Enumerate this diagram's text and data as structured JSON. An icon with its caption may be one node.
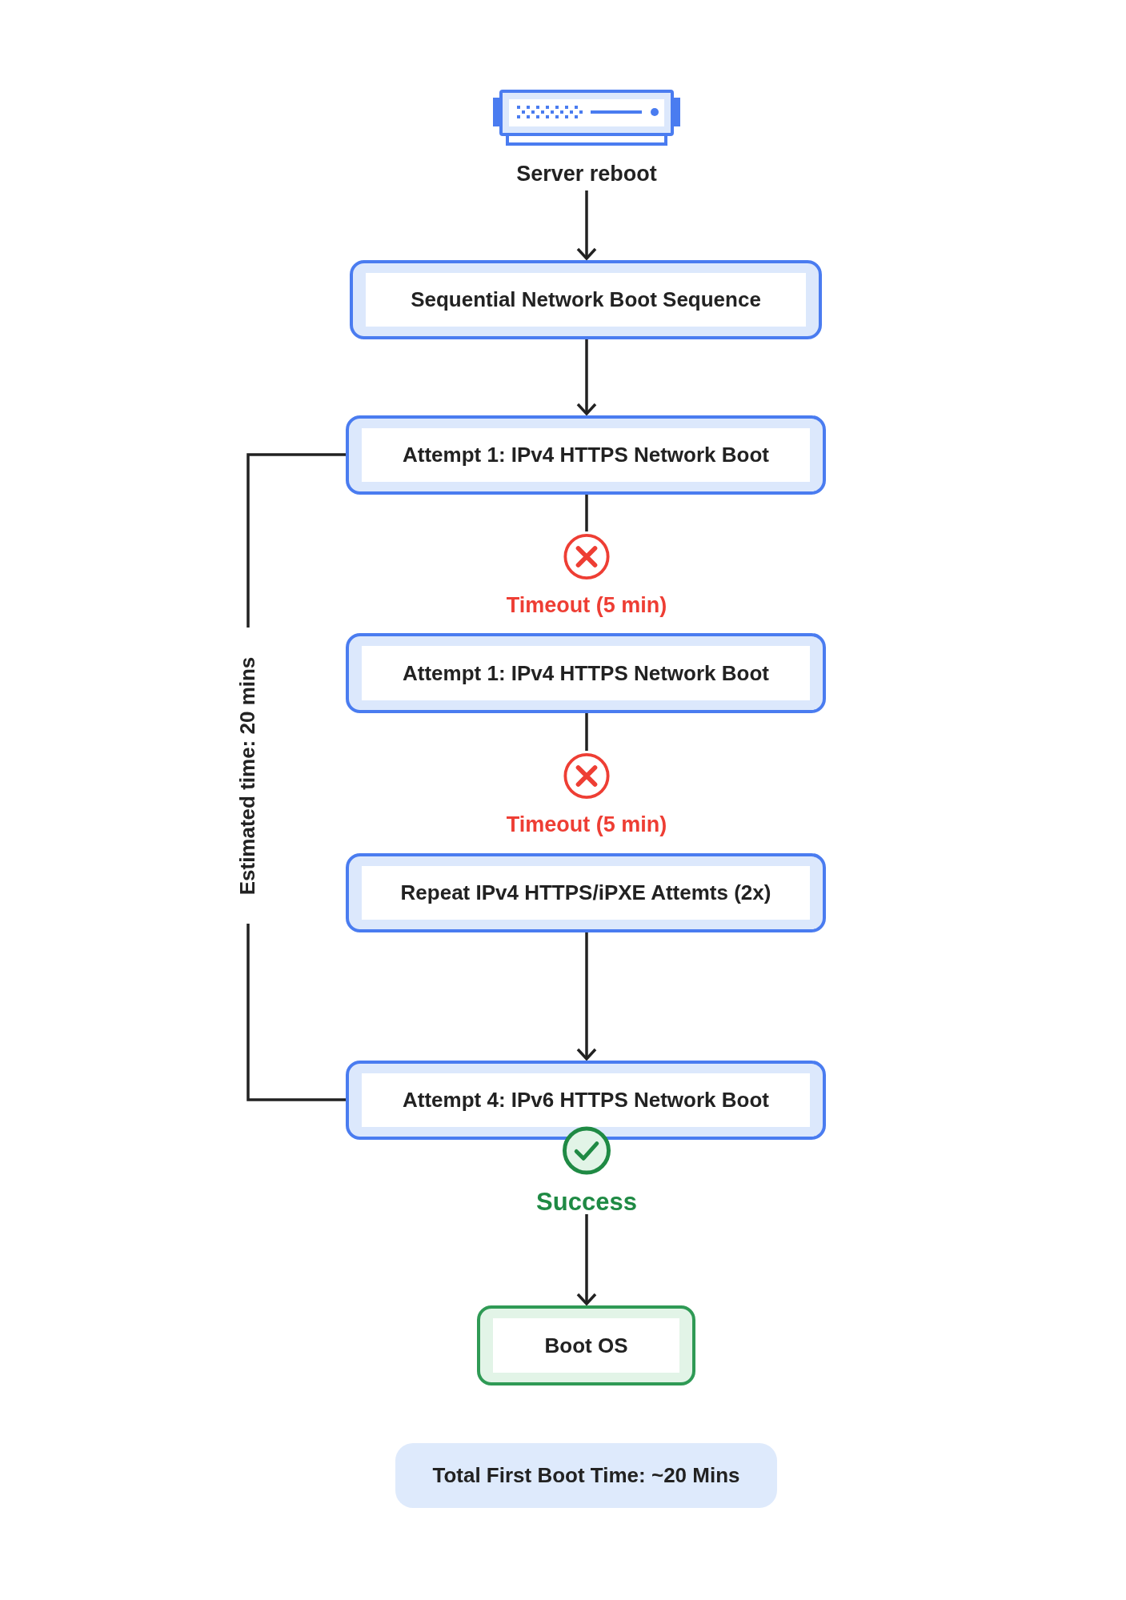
{
  "diagram": {
    "nodes": [
      {
        "text": [
          "Server reboot"
        ]
      },
      {
        "text": [
          "Sequential Network Boot Sequence"
        ]
      },
      {
        "text": [
          "Attempt 1: IPv4 HTTPS Network Boot"
        ]
      },
      {
        "text": [
          "Timeout (5 min)"
        ]
      },
      {
        "text": [
          "Attempt 1: IPv4 HTTPS Network Boot"
        ]
      },
      {
        "text": [
          "Timeout (5 min)"
        ]
      },
      {
        "text": [
          "Repeat IPv4 HTTPS/iPXE Attemts (2x)"
        ]
      },
      {
        "text": [
          "Attempt 4: IPv6 HTTPS Network Boot"
        ]
      },
      {
        "text": [
          "Success"
        ]
      },
      {
        "text": [
          "Boot OS"
        ]
      },
      {
        "text": [
          "Total First Boot Time: ~20 Mins"
        ]
      }
    ],
    "edges": [
      {
        "from": 0,
        "to": 1,
        "arrow": "to"
      },
      {
        "from": 1,
        "to": 2,
        "arrow": "to"
      },
      {
        "from": 2,
        "to": 3,
        "arrow": "none"
      },
      {
        "from": 4,
        "to": 5,
        "arrow": "none"
      },
      {
        "from": 6,
        "to": 7,
        "arrow": "to"
      },
      {
        "from": 8,
        "to": 9,
        "arrow": "to"
      }
    ],
    "labels": [
      "Estimated time: 20 mins"
    ]
  }
}
